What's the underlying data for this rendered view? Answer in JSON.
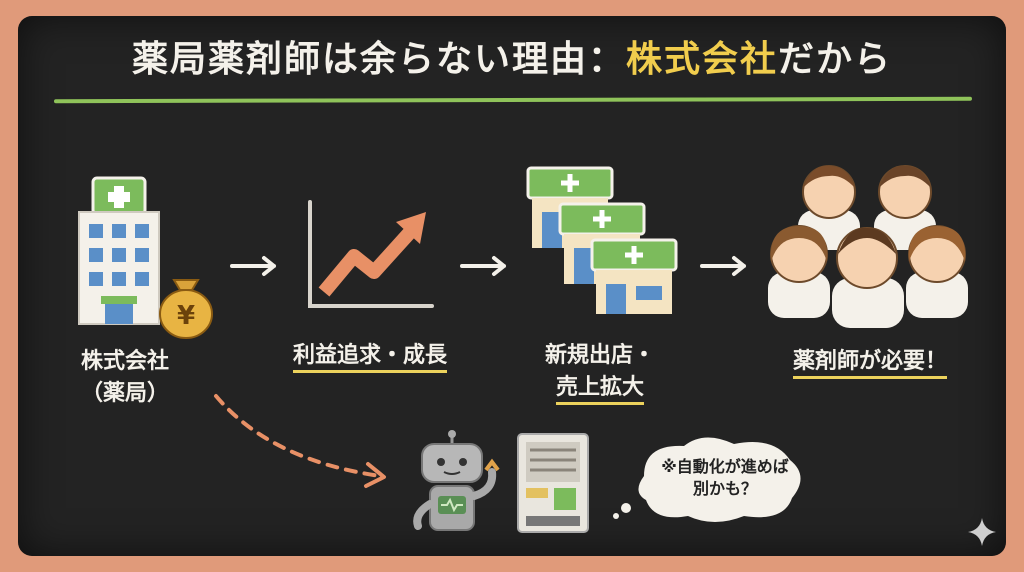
{
  "title": {
    "main": "薬局薬剤師は余らない理由：",
    "highlight": "株式会社",
    "tail": "だから"
  },
  "nodes": [
    {
      "line1": "株式会社",
      "line2": "（薬局）"
    },
    {
      "line1": "利益追求・成長"
    },
    {
      "line1": "新規出店・",
      "line2": "売上拡大"
    },
    {
      "line1": "薬剤師が必要！"
    }
  ],
  "note": {
    "line1": "※自動化が進めば",
    "line2": "別かも？"
  },
  "icons": {
    "pharmacy_building": "hospital-building-icon",
    "money_bag": "yen-money-bag-icon",
    "growth": "growth-chart-icon",
    "stores": "pharmacy-stores-icon",
    "people": "pharmacists-group-icon",
    "robot": "robot-icon",
    "machine": "dispensing-machine-icon",
    "sparkle": "sparkle-icon"
  },
  "colors": {
    "background": "#e09a7a",
    "board": "#232323",
    "highlight": "#f1cd4d",
    "title_underline": "#8fc35a",
    "accent": "#ecd25c"
  }
}
